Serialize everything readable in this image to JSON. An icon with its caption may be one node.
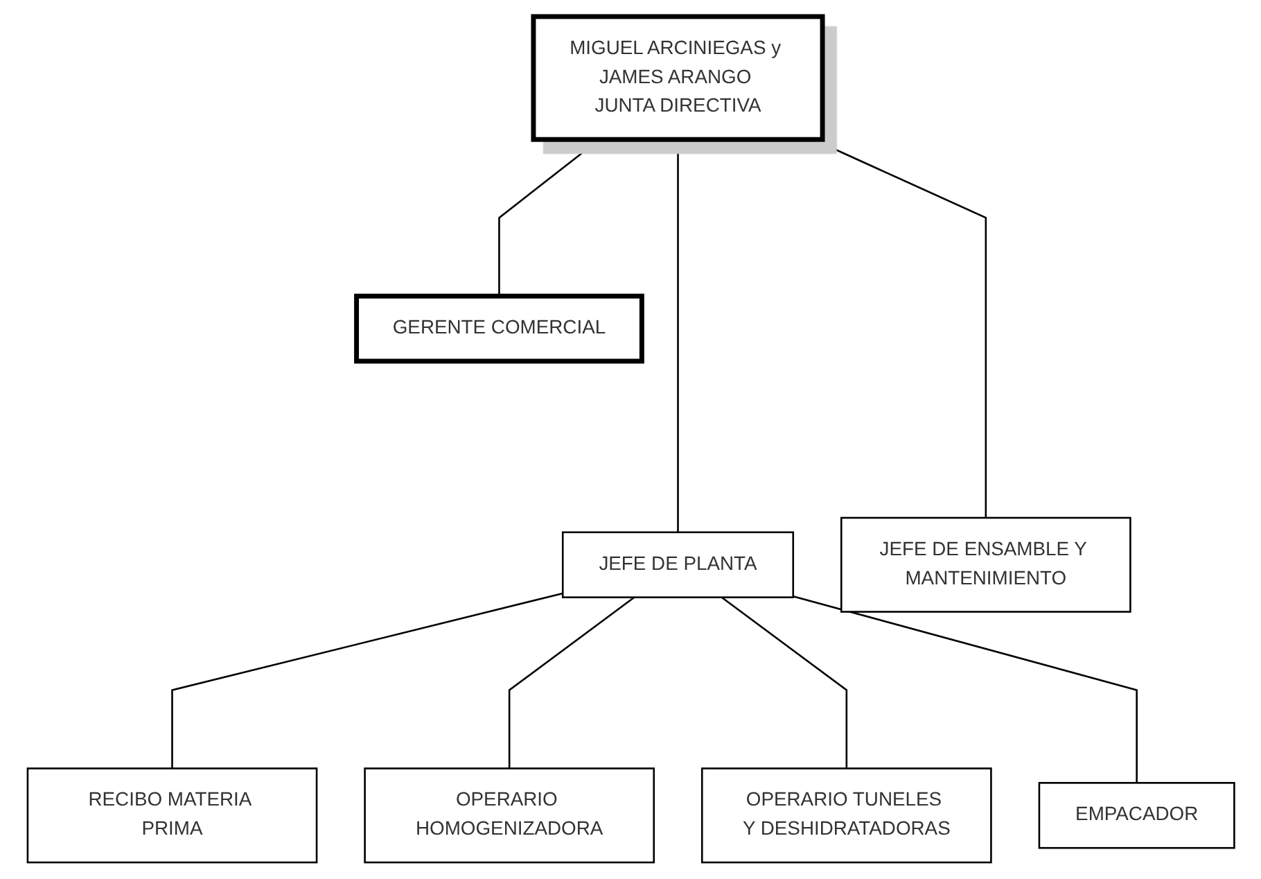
{
  "diagram": {
    "nodes": [
      {
        "text": [
          "MIGUEL ARCINIEGAS y JAMES ARANGO JUNTA DIRECTIVA"
        ]
      },
      {
        "text": [
          "GERENTE COMERCIAL"
        ]
      },
      {
        "text": [
          "JEFE DE PLANTA"
        ]
      },
      {
        "text": [
          "JEFE DE ENSAMBLE Y MANTENIMIENTO"
        ]
      },
      {
        "text": [
          "RECIBO MATERIA PRIMA"
        ]
      },
      {
        "text": [
          "OPERARIO HOMOGENIZADORA"
        ]
      },
      {
        "text": [
          "OPERARIO TUNELES Y DESHIDRATADORAS"
        ]
      },
      {
        "text": [
          "EMPACADOR"
        ]
      }
    ],
    "edges": [
      {
        "from": 0,
        "to": 1,
        "arrow": "none"
      },
      {
        "from": 0,
        "to": 2,
        "arrow": "none"
      },
      {
        "from": 0,
        "to": 3,
        "arrow": "none"
      },
      {
        "from": 2,
        "to": 4,
        "arrow": "none"
      },
      {
        "from": 2,
        "to": 5,
        "arrow": "none"
      },
      {
        "from": 2,
        "to": 6,
        "arrow": "none"
      },
      {
        "from": 2,
        "to": 7,
        "arrow": "none"
      }
    ]
  }
}
